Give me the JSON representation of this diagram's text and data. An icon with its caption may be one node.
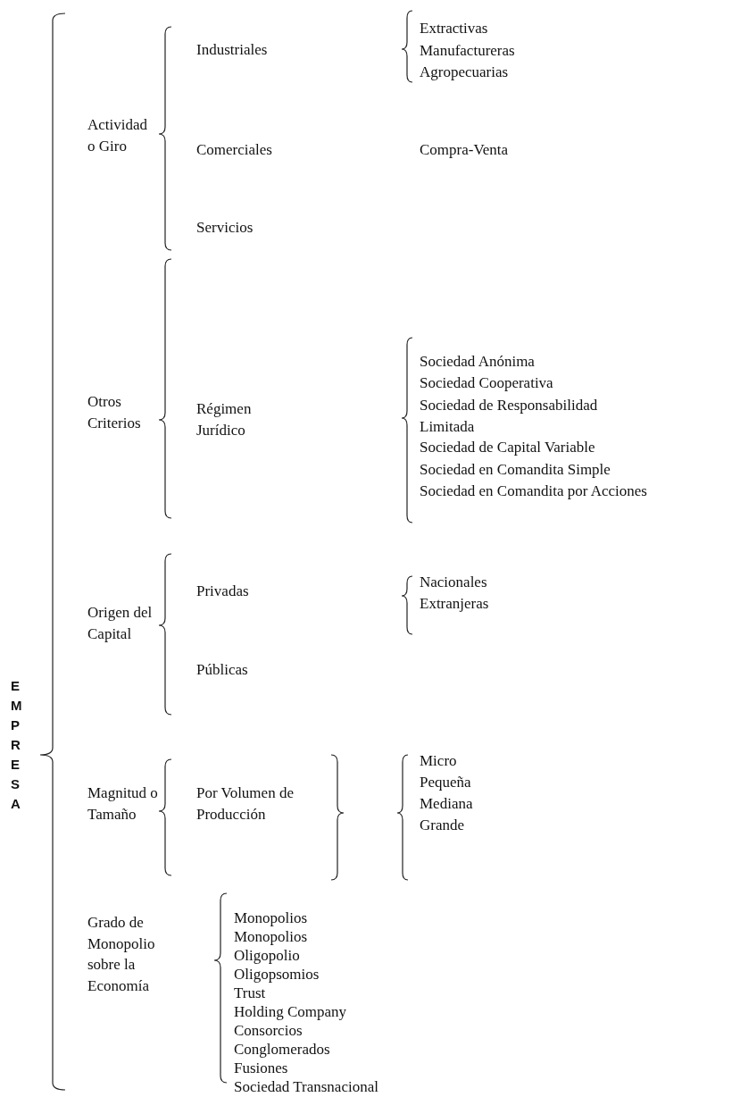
{
  "diagram": {
    "labels": [
      "EMPRESA",
      "Actividad o Giro",
      "Industriales",
      "Extractivas",
      "Manufactureras",
      "Agropecuarias",
      "Comerciales",
      "Compra-Venta",
      "Servicios",
      "Otros Criterios",
      "Régimen Jurídico",
      "Sociedad Anónima",
      "Sociedad Cooperativa",
      "Sociedad de Responsabilidad Limitada",
      "Sociedad de Capital Variable",
      "Sociedad en Comandita Simple",
      "Sociedad en Comandita por Acciones",
      "Origen del Capital",
      "Privadas",
      "Nacionales",
      "Extranjeras",
      "Públicas",
      "Magnitud o Tamaño",
      "Por Volumen de Producción",
      "Micro",
      "Pequeña",
      "Mediana",
      "Grande",
      "Grado de Monopolio sobre la Economía",
      "Monopolios",
      "Monopolios",
      "Oligopolio",
      "Oligopsomios",
      "Trust",
      "Holding Company",
      "Consorcios",
      "Conglomerados",
      "Fusiones",
      "Sociedad Transnacional"
    ]
  }
}
